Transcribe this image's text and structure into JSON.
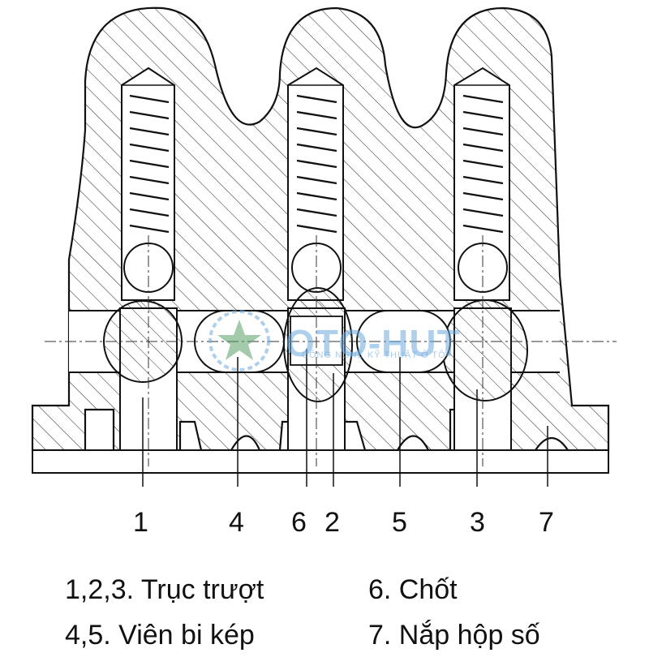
{
  "callouts": [
    "1",
    "4",
    "6",
    "2",
    "5",
    "3",
    "7"
  ],
  "legend": {
    "item_123": "1,2,3. Trục trượt",
    "item_45": "4,5. Viên bi kép",
    "item_6": "6. Chốt",
    "item_7": "7. Nắp hộp số"
  },
  "watermark": {
    "brand": "OTO-HUT",
    "tagline": "CÔNG NGHỆ KỸ THUẬT Ô TÔ"
  },
  "colors": {
    "line": "#111111",
    "hatch": "#333333",
    "watermark": "#6eaadc"
  }
}
